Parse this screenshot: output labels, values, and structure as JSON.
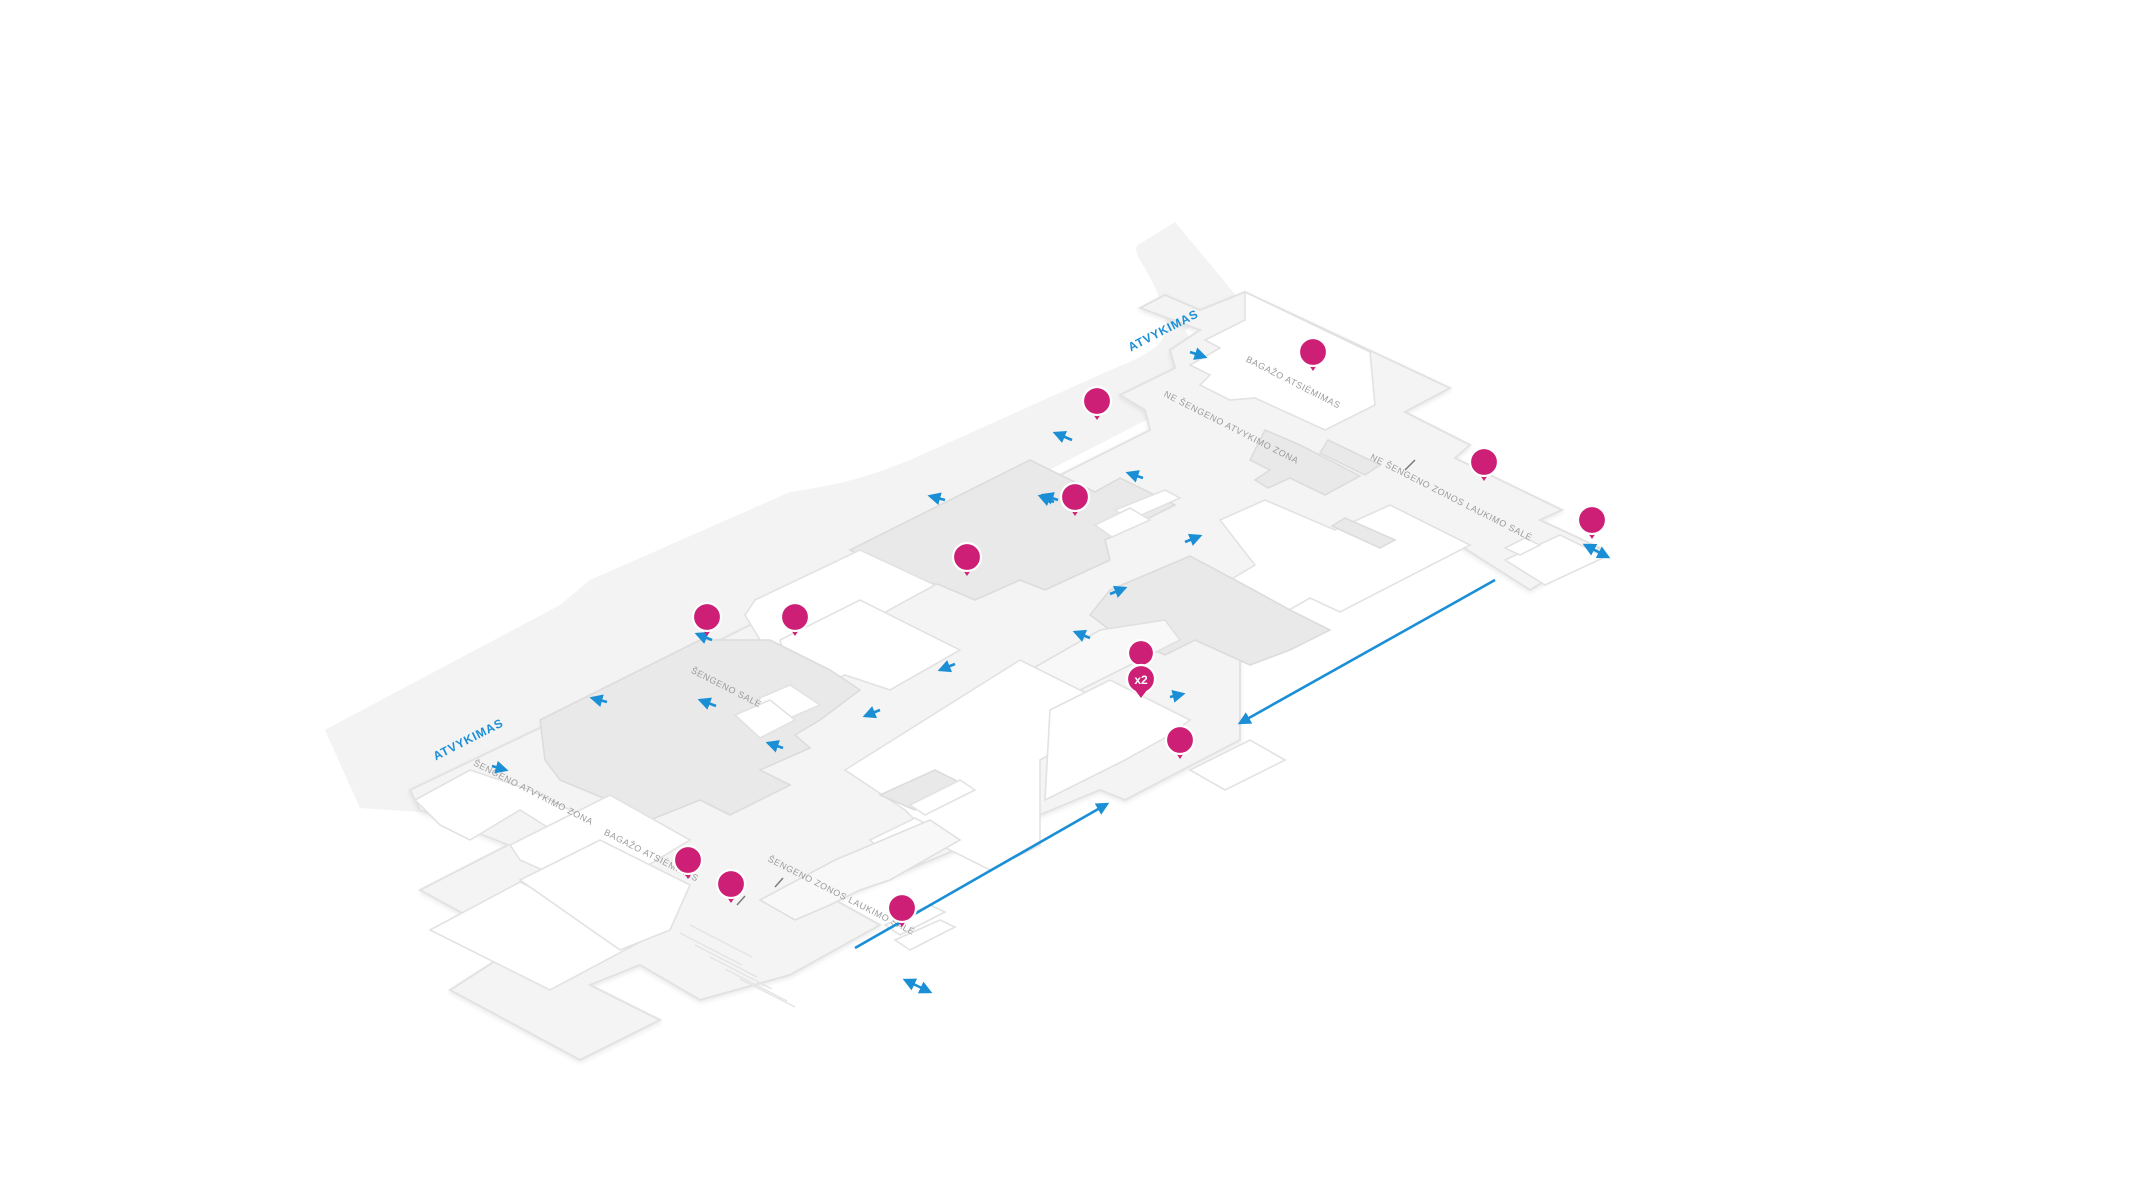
{
  "map": {
    "exit_label": "ATVYKIMAS",
    "room_labels": [
      "BAGAŽO ATSIĖMIMAS",
      "NE ŠENGENO ATVYKIMO ZONA",
      "NE ŠENGENO ZONOS LAUKIMO SALĖ",
      "ŠENGENO SALĖ",
      "ŠENGENO ATVYKIMO ZONA",
      "BAGAŽO ATSIĖMIMAS",
      "ŠENGENO ZONOS LAUKIMO SALĖ"
    ],
    "badge_label": "x2",
    "colors": {
      "pin": "#cc1f75",
      "arrow": "#1a8fd6",
      "floor": "#f4f4f4",
      "road": "#f3f3f3"
    },
    "icons": {
      "pin": "map-pin-icon",
      "direction": "arrow-icon",
      "bidirectional": "double-arrow-icon"
    }
  }
}
